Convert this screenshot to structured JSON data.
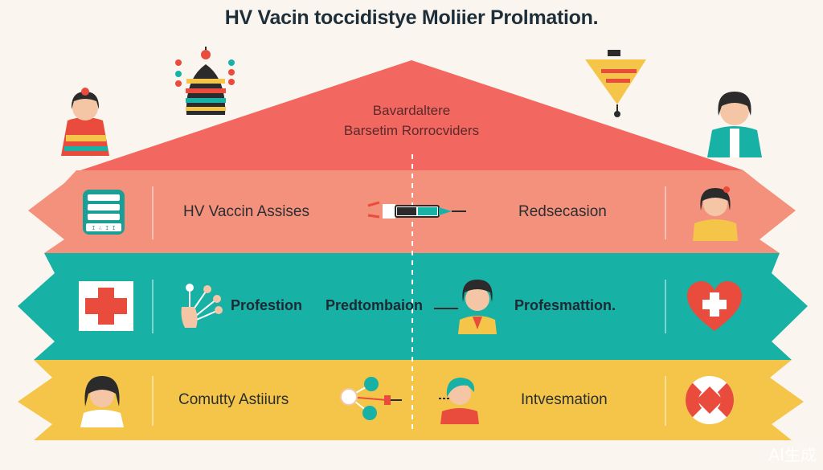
{
  "header": {
    "title": "HV Vacin toccidistye Moliier Prolmation."
  },
  "roof": {
    "line1": "Bavardaltere",
    "line2": "Barsetim Rorrocviders"
  },
  "bands": [
    {
      "color": "#f4917c",
      "left_label": "HV Vaccin Assises",
      "right_label": "Redsecasion"
    },
    {
      "color": "#17b1a5",
      "left_label": "Profestion",
      "center_label": "Predtombaion",
      "right_label": "Profesmattion."
    },
    {
      "color": "#f5c54a",
      "left_label": "Comutty Astiiurs",
      "right_label": "Intvesmation"
    }
  ],
  "colors": {
    "roof": "#f2675f",
    "background": "#faf6ef",
    "text_dark": "#1f2f3a"
  },
  "icons": [
    "lantern-icon",
    "woman-icon",
    "funnel-icon",
    "cash-register-icon",
    "syringe-icon",
    "red-cross-icon",
    "hand-molecule-icon",
    "heart-cross-icon",
    "network-icon",
    "life-ring-icon"
  ],
  "watermark": "AI生成"
}
